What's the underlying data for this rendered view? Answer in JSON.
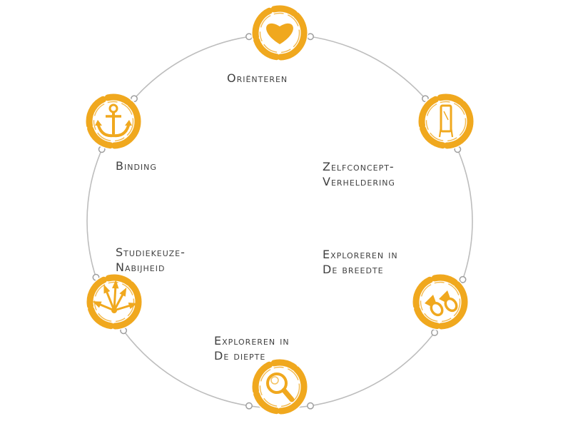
{
  "colors": {
    "accent": "#F0A81E",
    "ring": "#BDBDBD",
    "text": "#3F3F3F"
  },
  "stages": [
    {
      "id": "orienteren",
      "icon": "heart-icon",
      "label": [
        "ORIËNTEREN"
      ]
    },
    {
      "id": "zelfconcept",
      "icon": "mirror-icon",
      "label": [
        "ZELFCONCEPT-",
        "VERHELDERING"
      ]
    },
    {
      "id": "breedte",
      "icon": "binoculars-icon",
      "label": [
        "EXPLOREREN IN",
        "DE BREEDTE"
      ]
    },
    {
      "id": "diepte",
      "icon": "magnifier-icon",
      "label": [
        "EXPLOREREN IN",
        "DE DIEPTE"
      ]
    },
    {
      "id": "nabijheid",
      "icon": "signpost-arrows-icon",
      "label": [
        "STUDIEKEUZE-",
        "NABIJHEID"
      ]
    },
    {
      "id": "binding",
      "icon": "anchor-icon",
      "label": [
        "BINDING"
      ]
    }
  ]
}
